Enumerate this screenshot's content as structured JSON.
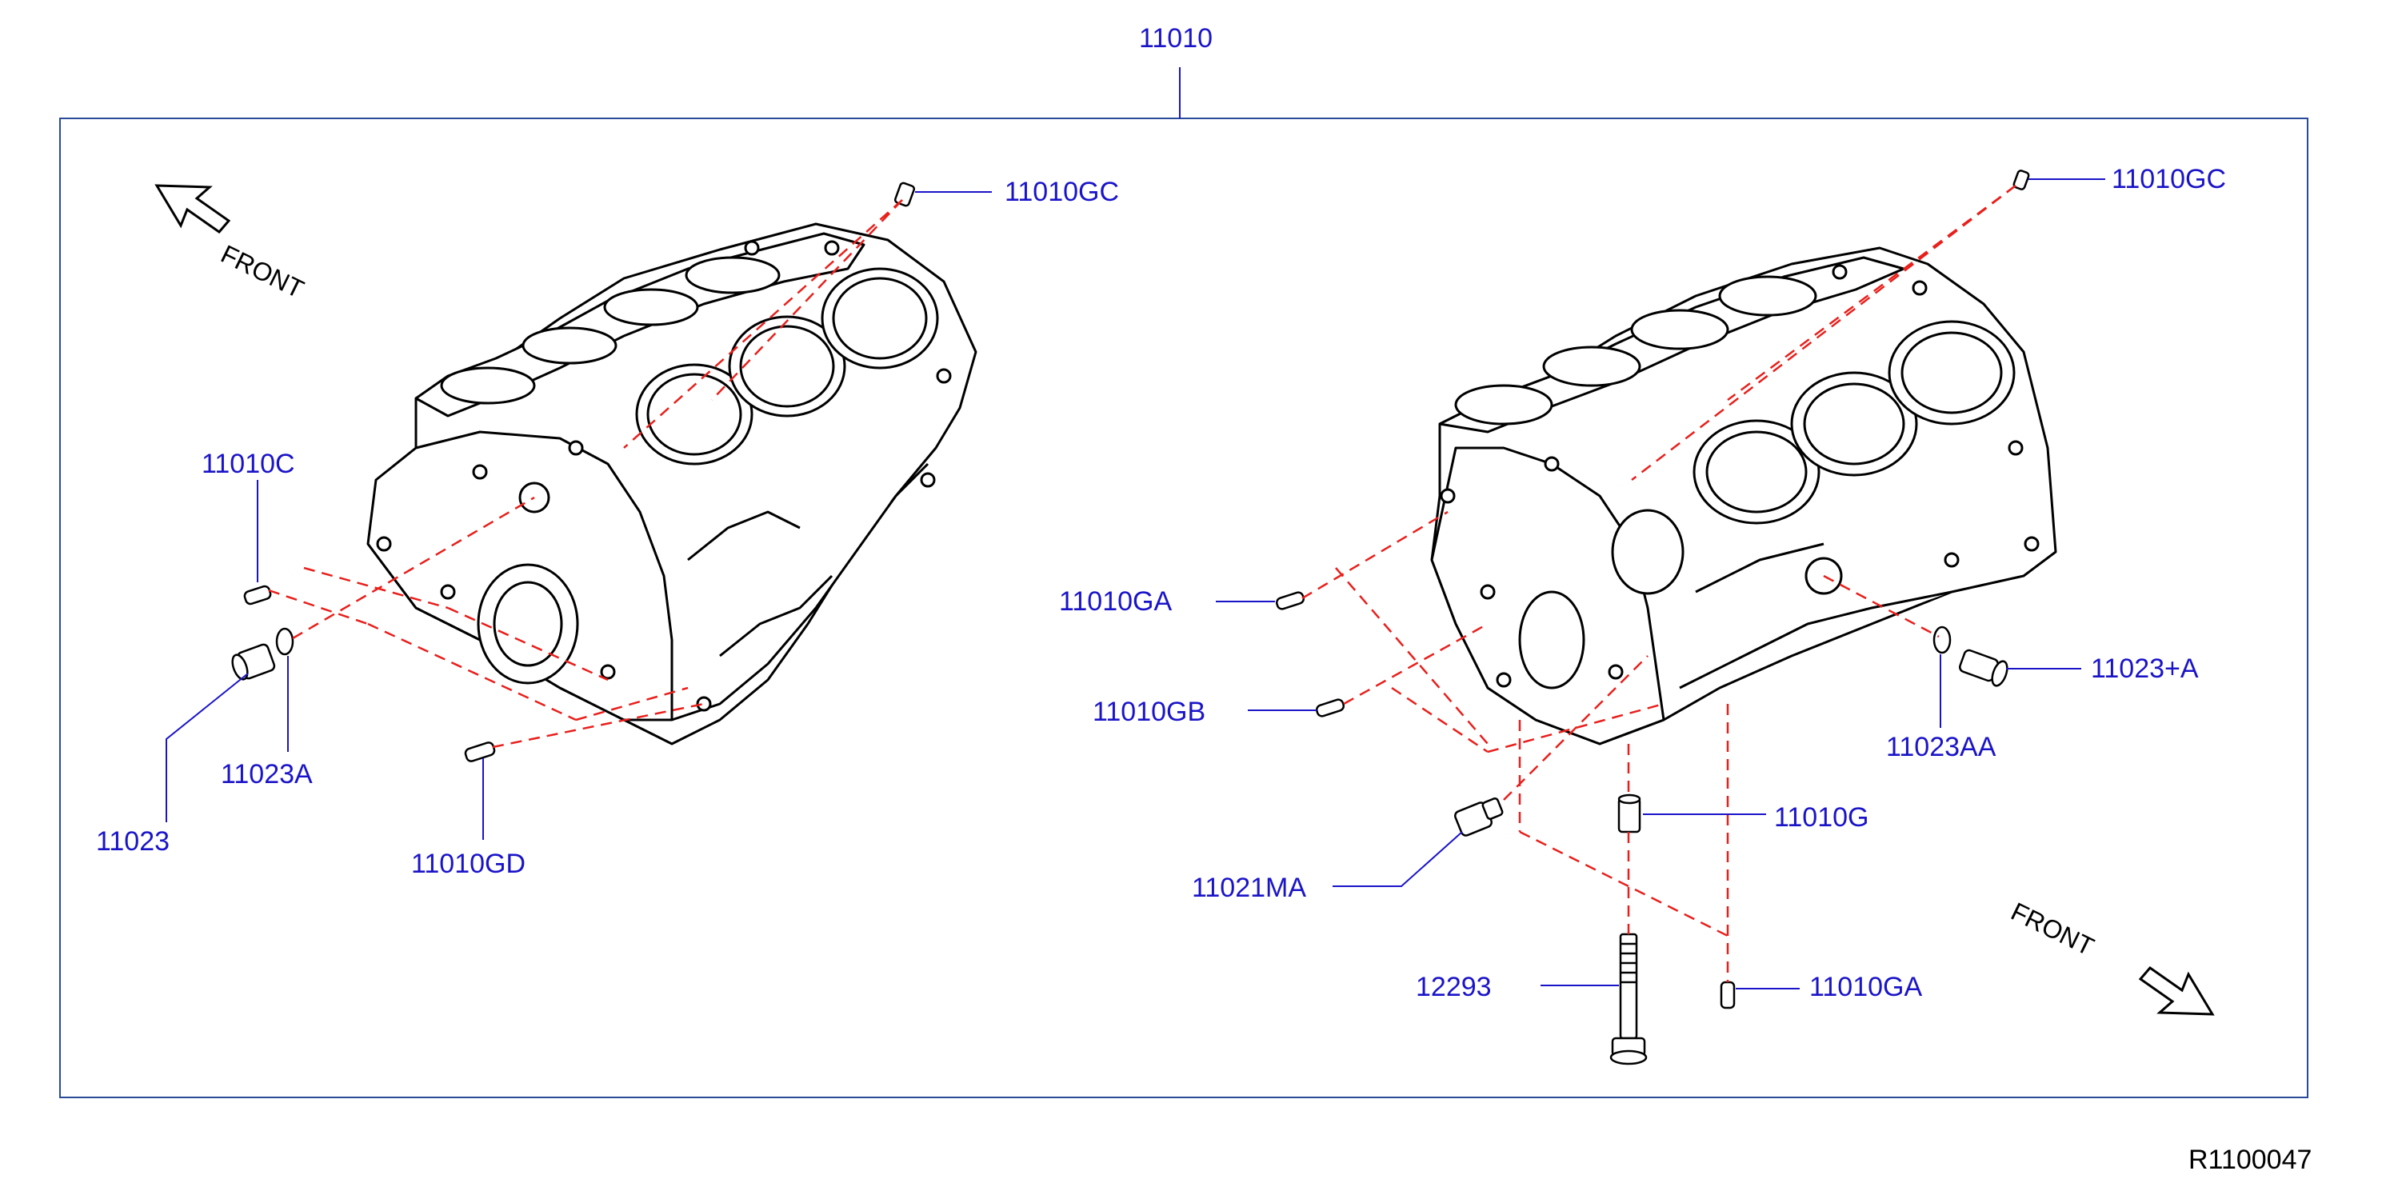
{
  "diagram_code": "R1100047",
  "assembly_label": "11010",
  "front_labels": {
    "left": "FRONT",
    "right": "FRONT"
  },
  "callouts": {
    "gc_left": "11010GC",
    "c_left": "11010C",
    "a_left": "11023A",
    "plug_left": "11023",
    "gd_left": "11010GD",
    "gc_right": "11010GC",
    "ga_upper_right": "11010GA",
    "gb_right": "11010GB",
    "plus_a_right": "11023+A",
    "aa_right": "11023AA",
    "g_right": "11010G",
    "ma_right": "11021MA",
    "bolt_right": "12293",
    "ga_lower_right": "11010GA"
  },
  "colors": {
    "callout_text": "#1a14c8",
    "leader_line": "#1a14c8",
    "dashed_line": "#e8201c",
    "drawing": "#000000",
    "frame": "#2a4a9a"
  }
}
